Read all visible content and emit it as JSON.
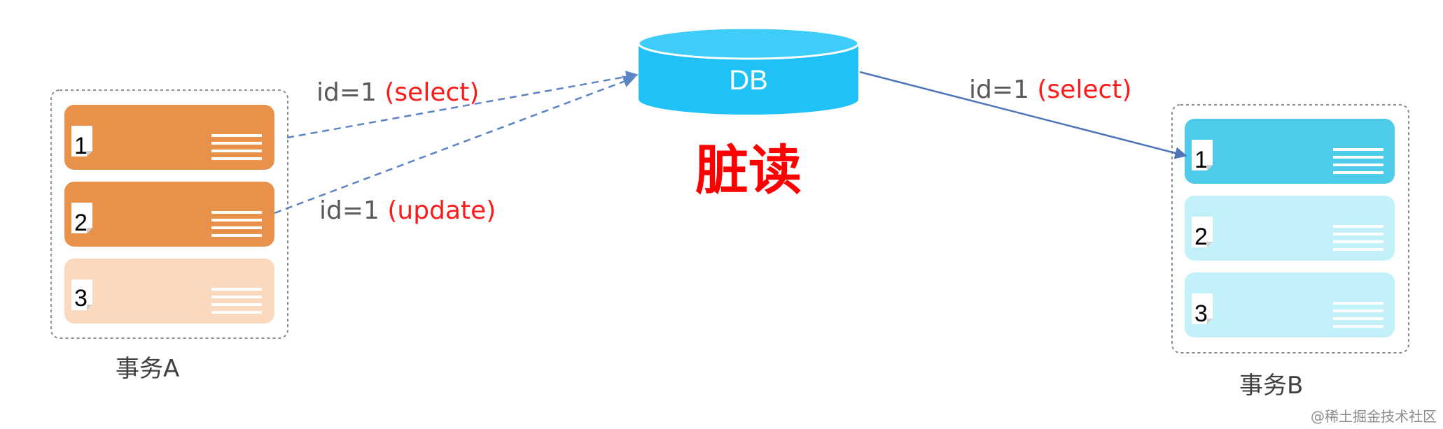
{
  "db": {
    "label": "DB"
  },
  "title": "脏读",
  "edges": {
    "a_select": {
      "prefix": "id=1 ",
      "op": "(select)"
    },
    "a_update": {
      "prefix": "id=1 ",
      "op": "(update)"
    },
    "b_select": {
      "prefix": "id=1 ",
      "op": "(select)"
    }
  },
  "transaction_a": {
    "caption": "事务A",
    "rows": [
      {
        "num": "1"
      },
      {
        "num": "2"
      },
      {
        "num": "3"
      }
    ]
  },
  "transaction_b": {
    "caption": "事务B",
    "rows": [
      {
        "num": "1"
      },
      {
        "num": "2"
      },
      {
        "num": "3"
      }
    ]
  },
  "colors": {
    "a_active": "#e8914a",
    "a_faded": "#fbd9bf",
    "b_active": "#4dcbe8",
    "b_faded": "#c3f1f9",
    "db": "#1fc1f6",
    "arrow_dashed": "#5b84c4",
    "arrow_solid": "#4f74b8",
    "highlight": "#ff1a1a"
  },
  "watermark": "@稀土掘金技术社区"
}
